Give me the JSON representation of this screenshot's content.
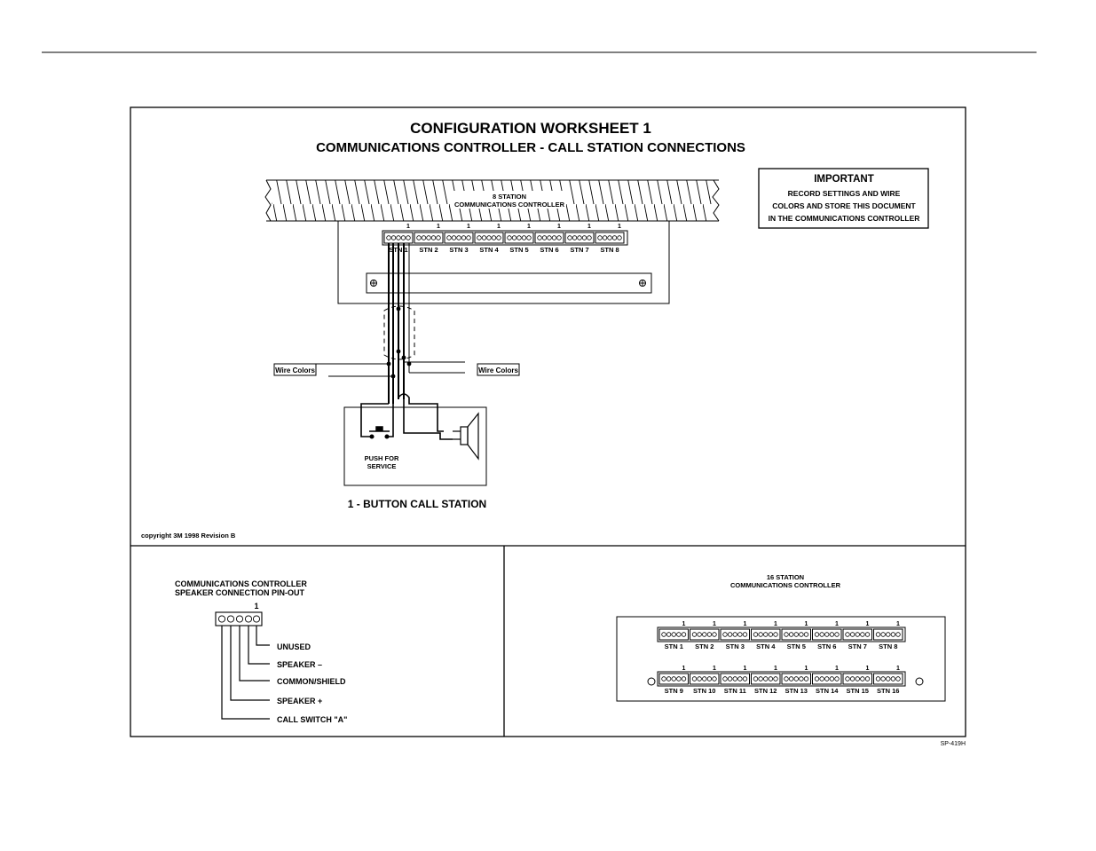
{
  "worksheet": {
    "title": "CONFIGURATION WORKSHEET 1",
    "subtitle": "COMMUNICATIONS CONTROLLER - CALL STATION CONNECTIONS"
  },
  "important": {
    "heading": "IMPORTANT",
    "lines": [
      "RECORD SETTINGS AND WIRE",
      "COLORS AND STORE THIS DOCUMENT",
      "IN THE COMMUNICATIONS CONTROLLER"
    ]
  },
  "controller8": {
    "label_line1": "8 STATION",
    "label_line2": "COMMUNICATIONS  CONTROLLER",
    "pin_one": "1",
    "stations": [
      "STN 1",
      "STN 2",
      "STN 3",
      "STN 4",
      "STN 5",
      "STN 6",
      "STN 7",
      "STN 8"
    ]
  },
  "wiring": {
    "wire_colors_left": "Wire Colors",
    "wire_colors_right": "Wire Colors"
  },
  "call_station": {
    "push_line1": "PUSH FOR",
    "push_line2": "SERVICE",
    "caption": "1 - BUTTON CALL STATION"
  },
  "copyright": "copyright 3M 1998  Revision B",
  "pinout": {
    "title_line1": "COMMUNICATIONS CONTROLLER",
    "title_line2": "SPEAKER CONNECTION PIN-OUT",
    "pin_one": "1",
    "pins": [
      "UNUSED",
      "SPEAKER –",
      "COMMON/SHIELD",
      "SPEAKER +",
      "CALL SWITCH \"A\""
    ]
  },
  "controller16": {
    "label_line1": "16 STATION",
    "label_line2": "COMMUNICATIONS  CONTROLLER",
    "pin_one": "1",
    "stations_row1": [
      "STN 1",
      "STN 2",
      "STN 3",
      "STN 4",
      "STN 5",
      "STN 6",
      "STN 7",
      "STN 8"
    ],
    "stations_row2": [
      "STN 9",
      "STN 10",
      "STN 11",
      "STN 12",
      "STN 13",
      "STN 14",
      "STN 15",
      "STN 16"
    ]
  },
  "document_code": "SP-419H"
}
